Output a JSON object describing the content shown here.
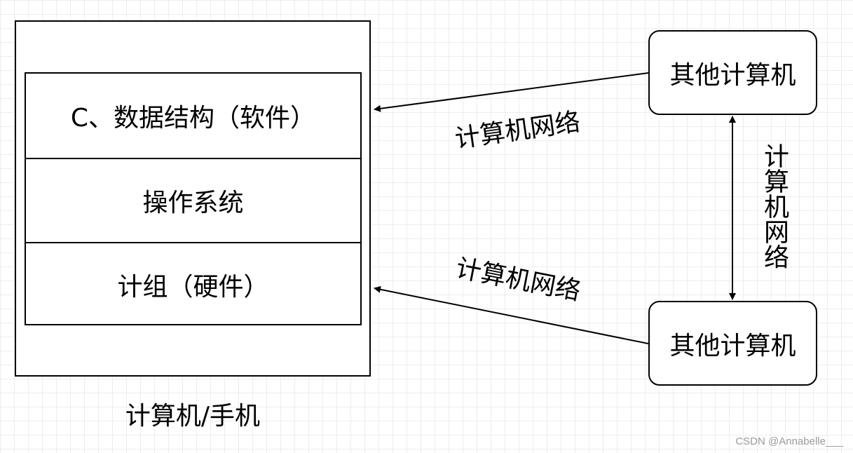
{
  "computer": {
    "layers": [
      "C、数据结构（软件）",
      "操作系统",
      "计组（硬件）"
    ],
    "caption": "计算机/手机"
  },
  "nodes": {
    "top": "其他计算机",
    "bottom": "其他计算机"
  },
  "edges": {
    "upper_label": "计算机网络",
    "lower_label": "计算机网络",
    "vertical_label": "计算机网络"
  },
  "watermark": "CSDN @Annabelle___"
}
